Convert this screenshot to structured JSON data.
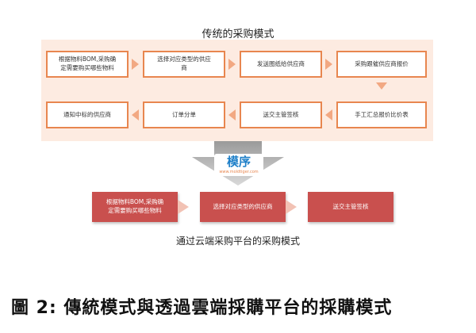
{
  "traditional": {
    "title": "传统的采购模式",
    "steps": [
      "根据物料BOM,采购确\n定需要购买哪些物料",
      "选择对应类型的供应\n商",
      "发送图纸给供应商",
      "采购跟催供应商报价",
      "手工汇总报价比价表",
      "送交主管签核",
      "订单分单",
      "通知中标的供应商"
    ]
  },
  "logo": {
    "text": "模序",
    "sub": "www.moldtiger.com"
  },
  "cloud": {
    "title": "通过云端采购平台的采购模式",
    "steps": [
      "根据物料BOM,采购确\n定需要购买哪些物料",
      "选择对应类型的供应商",
      "送交主管签核"
    ]
  },
  "caption": "圖 2: 傳統模式與透過雲端採購平台的採購模式",
  "colors": {
    "panel": "#fdebe1",
    "box_border": "#e8864f",
    "arrow": "#f2a882",
    "cloud_box": "#c9504e",
    "logo_blue": "#1e7fc8"
  }
}
